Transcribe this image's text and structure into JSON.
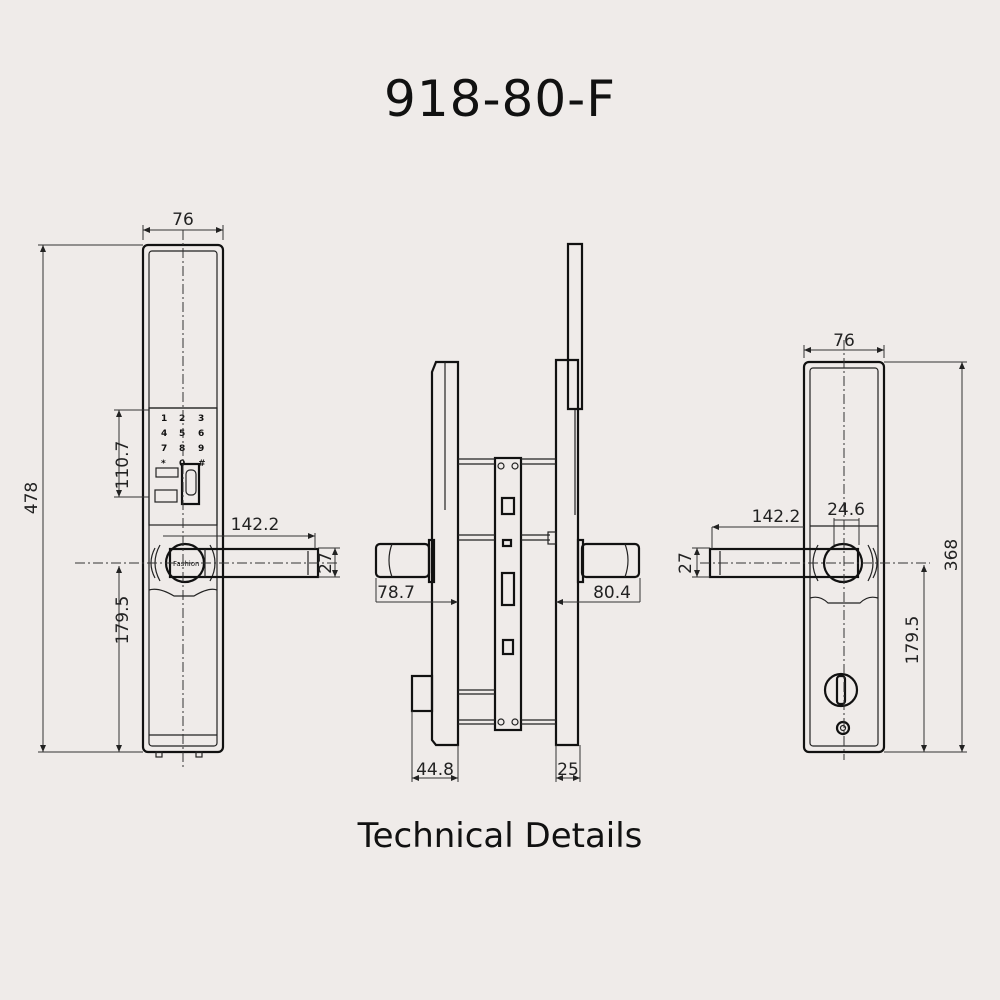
{
  "title": "918-80-F",
  "caption": "Technical Details",
  "front_view": {
    "width": "76",
    "height": "478",
    "keypad_height": "110.7",
    "handle_length": "142.2",
    "handle_thickness": "27",
    "spindle_to_bottom": "179.5",
    "keypad_keys": [
      "1",
      "2",
      "3",
      "4",
      "5",
      "6",
      "7",
      "8",
      "9",
      "*",
      "0",
      "#"
    ],
    "handle_logo": "Fashion"
  },
  "side_view": {
    "outer_handle_projection": "78.7",
    "inner_handle_projection": "80.4",
    "outer_body_depth": "44.8",
    "inner_body_depth": "25"
  },
  "back_view": {
    "width": "76",
    "height": "368",
    "rosette_width": "24.6",
    "handle_length": "142.2",
    "handle_thickness": "27",
    "spindle_to_bottom": "179.5"
  }
}
